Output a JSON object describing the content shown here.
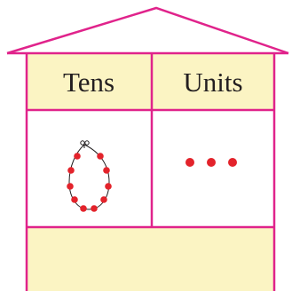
{
  "place_value_house": {
    "columns": [
      {
        "label": "Tens",
        "content": "necklace-of-beads"
      },
      {
        "label": "Units",
        "count": 3
      }
    ],
    "colors": {
      "frame": "#e0238b",
      "header_fill": "#fbf4c3",
      "body_fill": "#ffffff",
      "answer_fill": "#fbf4c3",
      "bead": "#e3232b",
      "string": "#231f20"
    },
    "icons": {
      "tens": "bead-necklace-icon",
      "units": "bead-icon"
    }
  }
}
